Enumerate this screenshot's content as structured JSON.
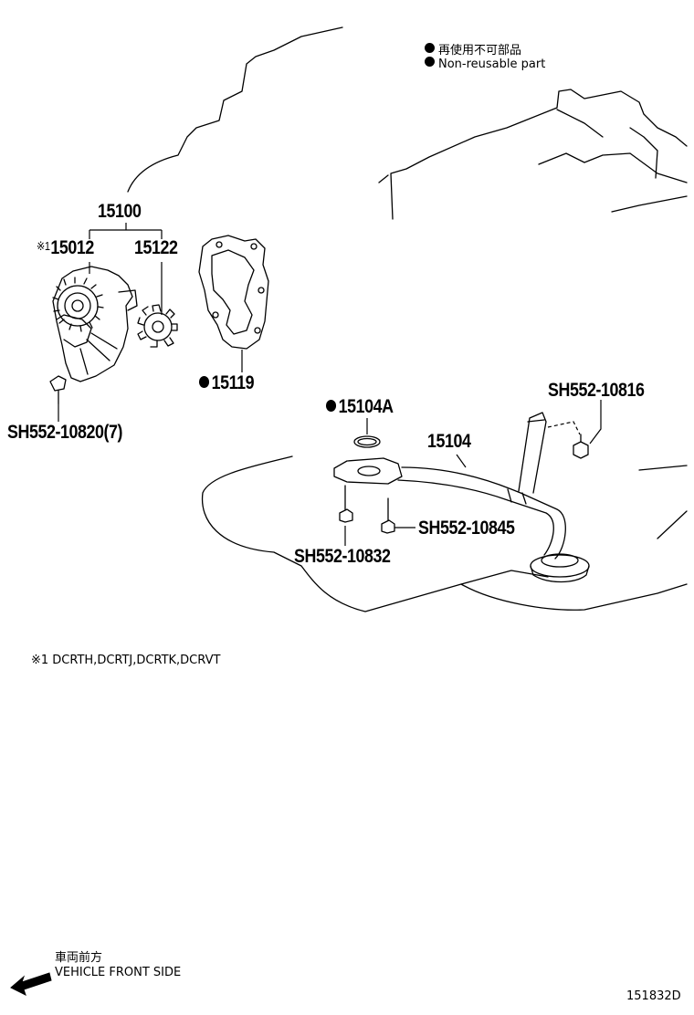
{
  "legend": {
    "line_jp": "再使用不可部品",
    "line_en": "Non-reusable part",
    "bullet_icon": "filled-circle-icon"
  },
  "parts": {
    "p15100": "15100",
    "p15012_mark": "※1",
    "p15012": "15012",
    "p15122": "15122",
    "p15119": "15119",
    "p15104A": "15104A",
    "p15104": "15104",
    "b10816": "SH552-10816",
    "b10820": "SH552-10820(7)",
    "b10845": "SH552-10845",
    "b10832": "SH552-10832"
  },
  "footnote": "※1 DCRTH,DCRTJ,DCRTK,DCRVT",
  "direction": {
    "jp": "車両前方",
    "en": "VEHICLE FRONT SIDE",
    "arrow_icon": "arrow-left-icon"
  },
  "drawing_code": "151832D"
}
